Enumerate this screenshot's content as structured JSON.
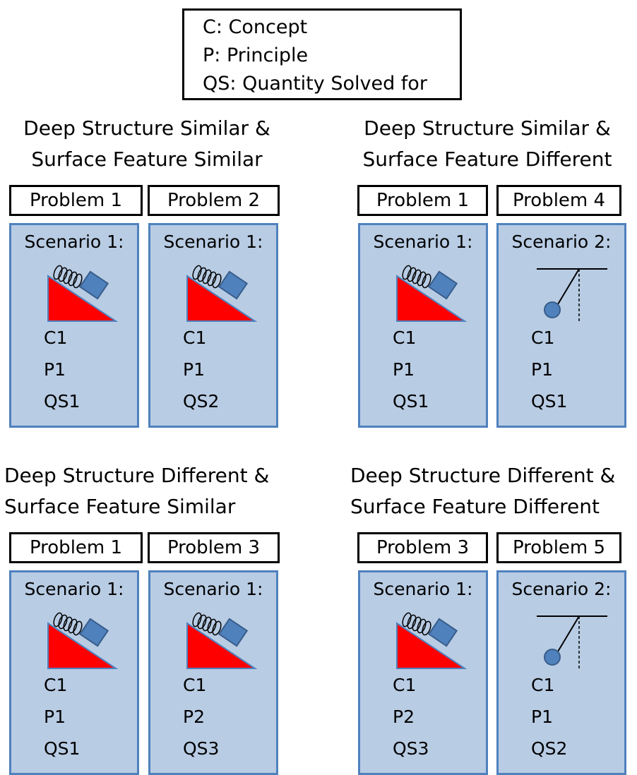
{
  "legend": {
    "items": [
      "C: Concept",
      "P: Principle",
      "QS: Quantity Solved for"
    ]
  },
  "groups": [
    {
      "title": "Deep Structure Similar &\nSurface Feature Similar",
      "problems": [
        {
          "label": "Problem 1",
          "scenario": "Scenario 1:",
          "icon": "spring-incline-icon",
          "c": "C1",
          "p": "P1",
          "qs": "QS1"
        },
        {
          "label": "Problem 2",
          "scenario": "Scenario 1:",
          "icon": "spring-incline-icon",
          "c": "C1",
          "p": "P1",
          "qs": "QS2"
        }
      ]
    },
    {
      "title": "Deep Structure Similar &\nSurface Feature Different",
      "problems": [
        {
          "label": "Problem 1",
          "scenario": "Scenario 1:",
          "icon": "spring-incline-icon",
          "c": "C1",
          "p": "P1",
          "qs": "QS1"
        },
        {
          "label": "Problem 4",
          "scenario": "Scenario 2:",
          "icon": "pendulum-icon",
          "c": "C1",
          "p": "P1",
          "qs": "QS1"
        }
      ]
    },
    {
      "title": "Deep Structure Different &\nSurface Feature Similar",
      "problems": [
        {
          "label": "Problem 1",
          "scenario": "Scenario 1:",
          "icon": "spring-incline-icon",
          "c": "C1",
          "p": "P1",
          "qs": "QS1"
        },
        {
          "label": "Problem 3",
          "scenario": "Scenario 1:",
          "icon": "spring-incline-icon",
          "c": "C1",
          "p": "P2",
          "qs": "QS3"
        }
      ]
    },
    {
      "title": "Deep Structure Different &\nSurface Feature Different",
      "problems": [
        {
          "label": "Problem 3",
          "scenario": "Scenario 1:",
          "icon": "spring-incline-icon",
          "c": "C1",
          "p": "P2",
          "qs": "QS3"
        },
        {
          "label": "Problem 5",
          "scenario": "Scenario 2:",
          "icon": "pendulum-icon",
          "c": "C1",
          "p": "P1",
          "qs": "QS2"
        }
      ]
    }
  ]
}
